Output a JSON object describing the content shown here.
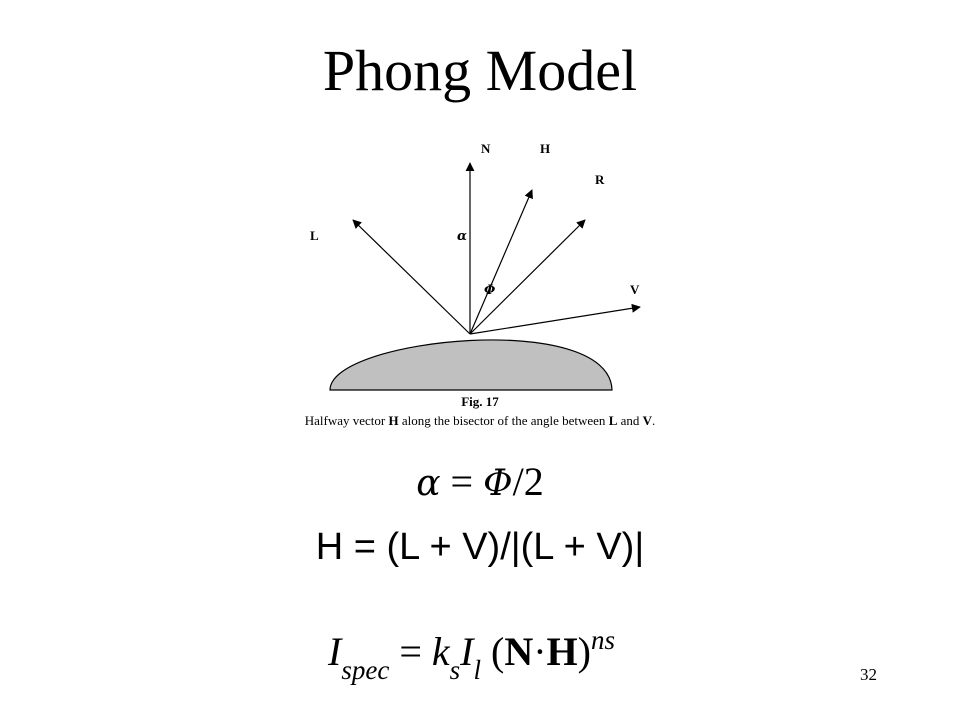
{
  "slide": {
    "title": "Phong Model",
    "page_number": "32"
  },
  "figure": {
    "labels": {
      "N": "N",
      "H": "H",
      "R": "R",
      "L": "L",
      "V": "V",
      "alpha": "α",
      "phi": "Φ"
    },
    "surface_color": "#c0c0c0",
    "fig_label": "Fig. 17",
    "caption": {
      "p1": "Halfway vector ",
      "h": "H",
      "p2": " along the bisector of the angle between ",
      "l": "L",
      "p3": " and ",
      "v": "V",
      "p4": "."
    }
  },
  "equations": {
    "eq1": {
      "alpha": "α",
      "mid": " = ",
      "phi": "Φ",
      "tail": "/2"
    },
    "eq2": "H = (L + V)/|(L + V)|",
    "eq3": {
      "I": "I",
      "spec": "spec",
      "eq": " = ",
      "k": "k",
      "s": "s",
      "I2": "I",
      "l": "l",
      "open": " (",
      "N": "N",
      "dot": "·",
      "H": "H",
      "close": ")",
      "ns": "ns"
    }
  }
}
